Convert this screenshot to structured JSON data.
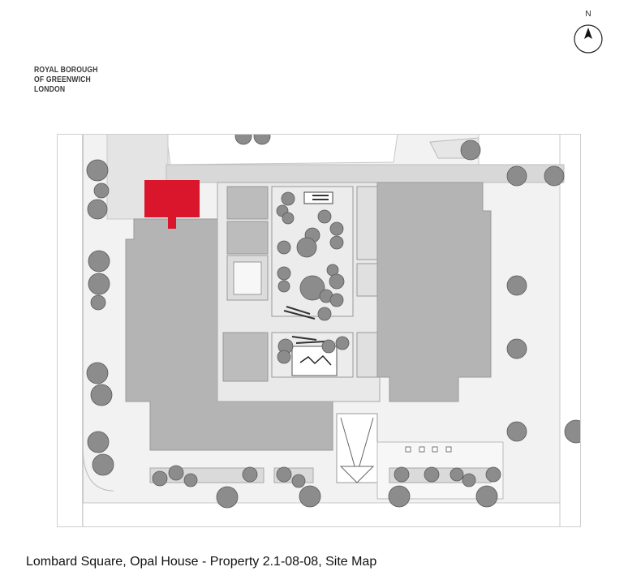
{
  "logo": {
    "line1": "ROYAL BOROUGH",
    "line2": "OF GREENWICH",
    "line3": "LONDON"
  },
  "compass": {
    "label": "N"
  },
  "caption": "Lombard Square, Opal House - Property 2.1-08-08, Site Map",
  "colors": {
    "highlight": "#d9162b",
    "building": "#b4b4b4",
    "tree": "#8a8a8a",
    "ground": "#f0f0f0"
  }
}
